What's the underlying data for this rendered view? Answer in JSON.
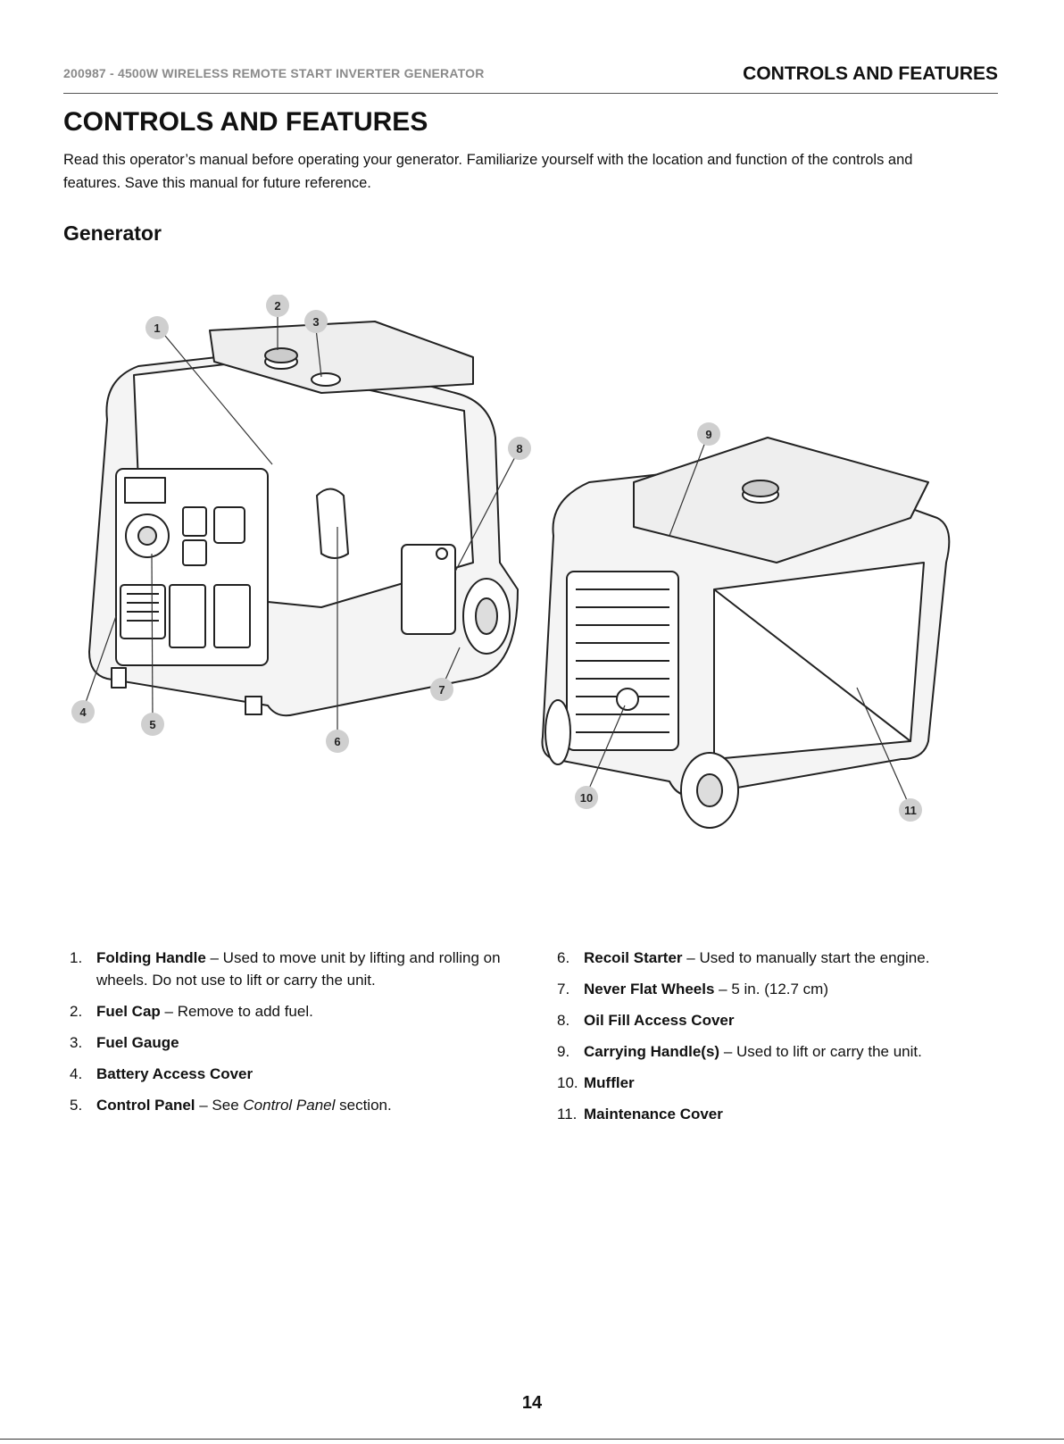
{
  "header": {
    "left": "200987 - 4500W WIRELESS REMOTE START INVERTER GENERATOR",
    "right": "CONTROLS AND FEATURES"
  },
  "page_title": "CONTROLS AND FEATURES",
  "intro": "Read this operator’s manual before operating your generator. Familiarize yourself with the location and function of the controls and features. Save this manual for future reference.",
  "section_title": "Generator",
  "callouts": [
    "1",
    "2",
    "3",
    "4",
    "5",
    "6",
    "7",
    "8",
    "9",
    "10",
    "11"
  ],
  "items_left": [
    {
      "num": "1.",
      "term": "Folding Handle",
      "desc": " – Used to move unit by lifting and rolling on wheels. Do not use to lift or carry the unit."
    },
    {
      "num": "2.",
      "term": "Fuel Cap",
      "desc": " – Remove to add fuel."
    },
    {
      "num": "3.",
      "term": "Fuel Gauge",
      "desc": ""
    },
    {
      "num": "4.",
      "term": "Battery Access Cover",
      "desc": ""
    },
    {
      "num": "5.",
      "term": "Control Panel",
      "desc": " – See ",
      "ital": "Control Panel",
      "desc2": " section."
    }
  ],
  "items_right": [
    {
      "num": "6.",
      "term": "Recoil Starter",
      "desc": " – Used to manually start the engine."
    },
    {
      "num": "7.",
      "term": "Never Flat Wheels",
      "desc": " – 5 in. (12.7 cm)"
    },
    {
      "num": "8.",
      "term": "Oil Fill Access Cover",
      "desc": ""
    },
    {
      "num": "9.",
      "term": "Carrying Handle(s)",
      "desc": " – Used to lift or carry the unit."
    },
    {
      "num": "10.",
      "term": "Muffler",
      "desc": ""
    },
    {
      "num": "11.",
      "term": "Maintenance Cover",
      "desc": ""
    }
  ],
  "page_number": "14"
}
